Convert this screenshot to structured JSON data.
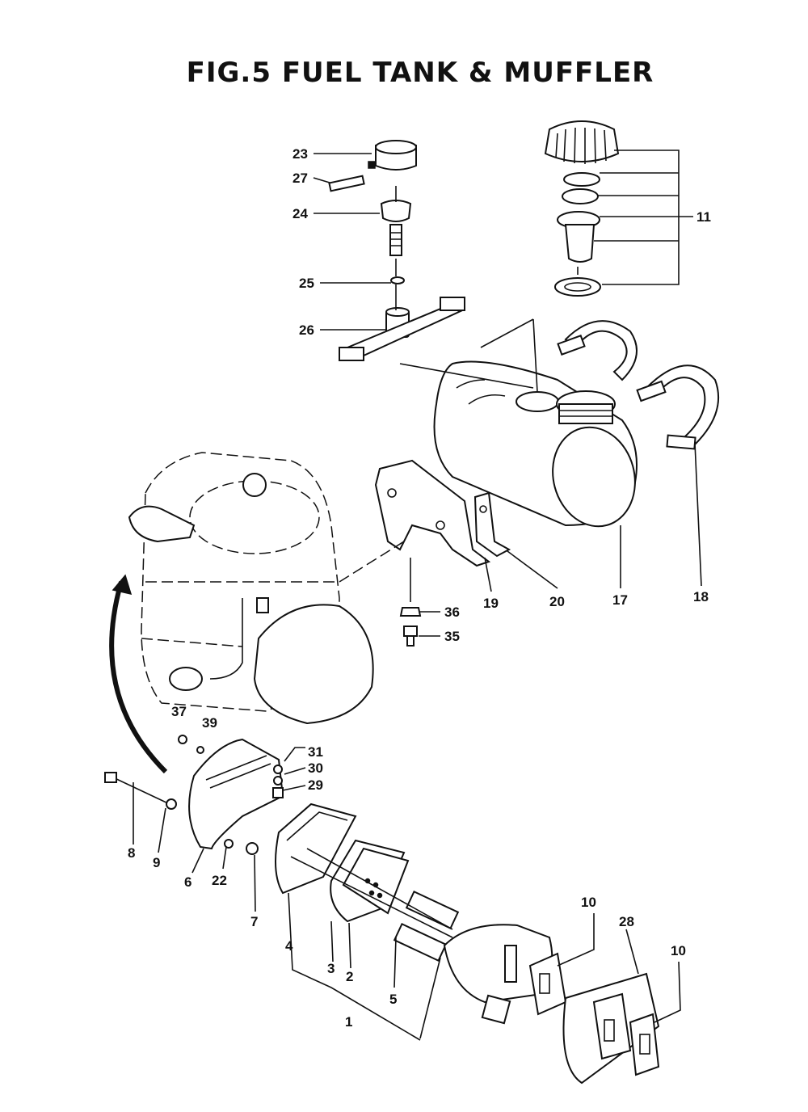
{
  "title": "FIG.5    FUEL TANK & MUFFLER",
  "callouts": {
    "c23": "23",
    "c27": "27",
    "c24": "24",
    "c25": "25",
    "c26": "26",
    "c11": "11",
    "c17": "17",
    "c18": "18",
    "c19": "19",
    "c20": "20",
    "c36": "36",
    "c35": "35",
    "c37": "37",
    "c39": "39",
    "c31": "31",
    "c30": "30",
    "c29": "29",
    "c8": "8",
    "c9": "9",
    "c6": "6",
    "c22": "22",
    "c7": "7",
    "c4": "4",
    "c3": "3",
    "c2": "2",
    "c5": "5",
    "c1": "1",
    "c10a": "10",
    "c28": "28",
    "c10b": "10"
  }
}
